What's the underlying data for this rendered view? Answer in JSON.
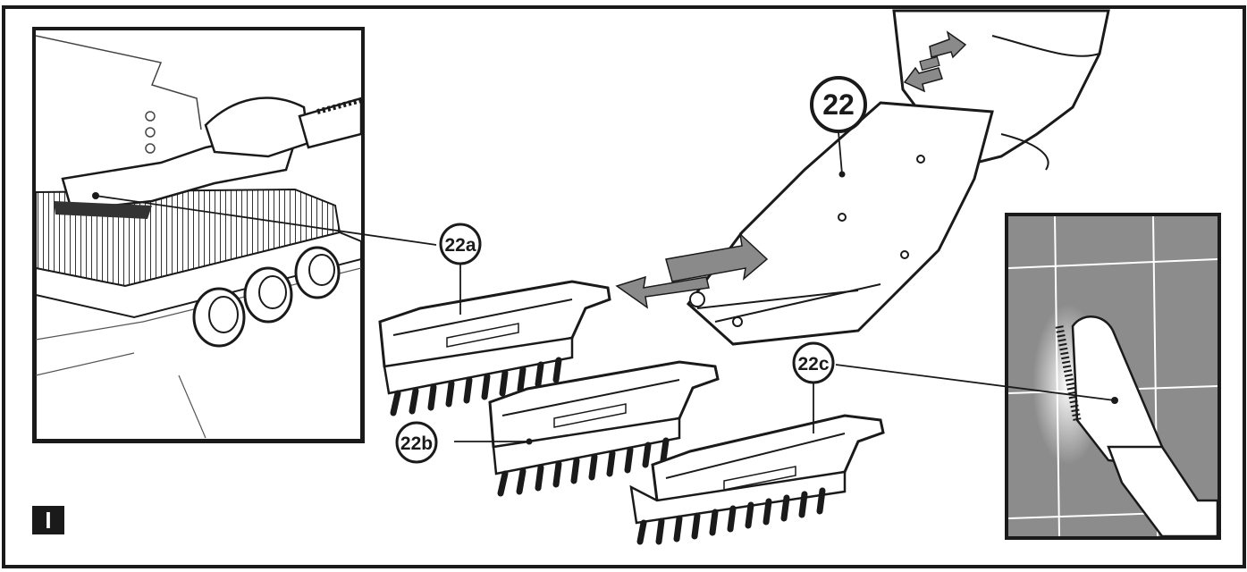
{
  "figure": {
    "section_label": "I",
    "callouts": {
      "nozzle": "22",
      "brush_a": "22a",
      "brush_b": "22b",
      "brush_c": "22c"
    }
  },
  "colors": {
    "line": "#1a1a1a",
    "tile": "#8c8c8c",
    "arrow_gray": "#8a8a8a"
  }
}
